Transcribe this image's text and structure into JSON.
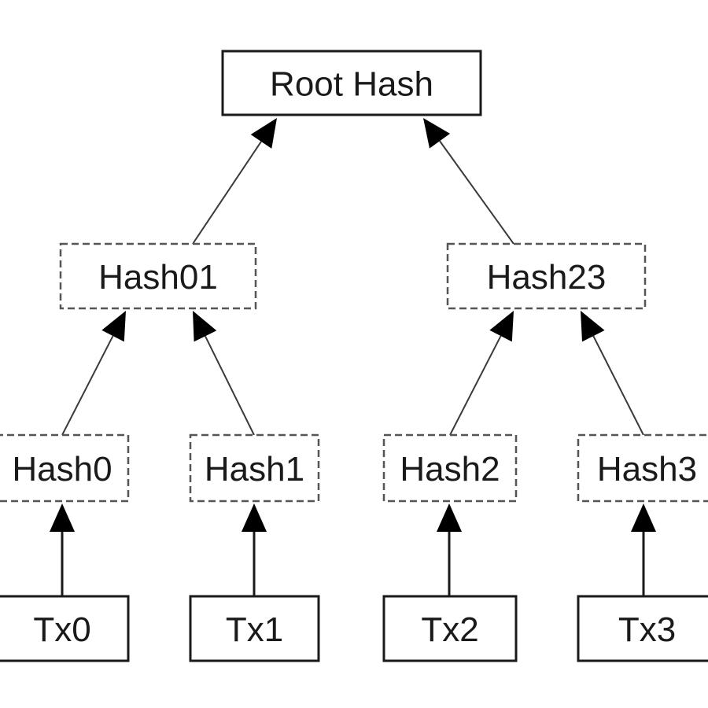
{
  "diagram": {
    "type": "merkle-tree",
    "colors": {
      "stroke": "#1a1a1a",
      "dashed_stroke": "#555555",
      "background": "#ffffff"
    },
    "nodes": [
      {
        "id": "root",
        "label": "Root Hash",
        "style": "solid"
      },
      {
        "id": "h01",
        "label": "Hash01",
        "style": "dashed"
      },
      {
        "id": "h23",
        "label": "Hash23",
        "style": "dashed"
      },
      {
        "id": "h0",
        "label": "Hash0",
        "style": "dashed"
      },
      {
        "id": "h1",
        "label": "Hash1",
        "style": "dashed"
      },
      {
        "id": "h2",
        "label": "Hash2",
        "style": "dashed"
      },
      {
        "id": "h3",
        "label": "Hash3",
        "style": "dashed"
      },
      {
        "id": "tx0",
        "label": "Tx0",
        "style": "solid"
      },
      {
        "id": "tx1",
        "label": "Tx1",
        "style": "solid"
      },
      {
        "id": "tx2",
        "label": "Tx2",
        "style": "solid"
      },
      {
        "id": "tx3",
        "label": "Tx3",
        "style": "solid"
      }
    ],
    "edges": [
      {
        "from": "h01",
        "to": "root"
      },
      {
        "from": "h23",
        "to": "root"
      },
      {
        "from": "h0",
        "to": "h01"
      },
      {
        "from": "h1",
        "to": "h01"
      },
      {
        "from": "h2",
        "to": "h23"
      },
      {
        "from": "h3",
        "to": "h23"
      },
      {
        "from": "tx0",
        "to": "h0"
      },
      {
        "from": "tx1",
        "to": "h1"
      },
      {
        "from": "tx2",
        "to": "h2"
      },
      {
        "from": "tx3",
        "to": "h3"
      }
    ]
  }
}
